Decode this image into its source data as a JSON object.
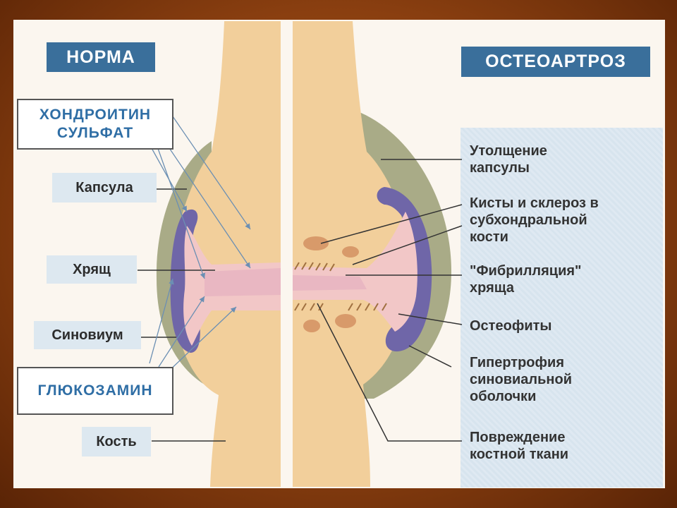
{
  "titles": {
    "norm": "НОРМА",
    "oa": "ОСТЕОАРТРОЗ"
  },
  "drugs": {
    "chondroitin_line1": "ХОНДРОИТИН",
    "chondroitin_line2": "СУЛЬФАТ",
    "glucosamine": "ГЛЮКОЗАМИН"
  },
  "left_labels": {
    "capsule": "Капсула",
    "cartilage": "Хрящ",
    "synovium": "Синовиум",
    "bone": "Кость"
  },
  "right_labels": {
    "capsule_thickening_1": "Утолщение",
    "capsule_thickening_2": "капсулы",
    "cysts_1": "Кисты и склероз в",
    "cysts_2": "субхондральной",
    "cysts_3": "кости",
    "fibrillation_1": "\"Фибрилляция\"",
    "fibrillation_2": "хряща",
    "osteophytes": "Остеофиты",
    "hypertrophy_1": "Гипертрофия",
    "hypertrophy_2": "синовиальной",
    "hypertrophy_3": "оболочки",
    "bone_damage_1": "Повреждение",
    "bone_damage_2": "костной ткани"
  },
  "colors": {
    "bone": "#f2cf9b",
    "capsule": "#a9ab87",
    "synovium": "#6f66a8",
    "cartilage": "#f2c7c7",
    "title_bg": "#3a6f9b",
    "drug_text": "#2f6ea5",
    "slide_bg": "#8a3f10"
  }
}
